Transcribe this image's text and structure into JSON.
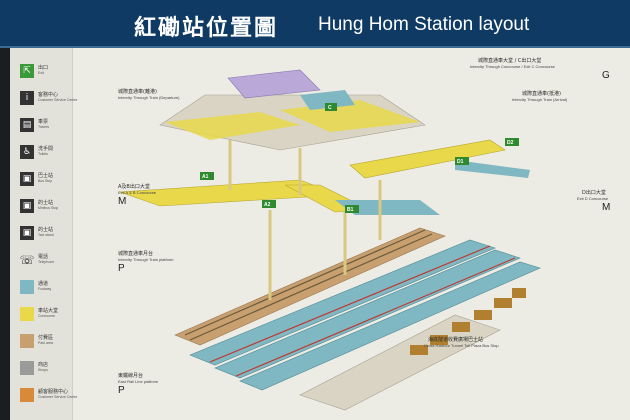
{
  "header": {
    "title_zh": "紅磡站位置圖",
    "title_en": "Hung Hom Station layout"
  },
  "legend": [
    {
      "zh": "出口",
      "en": "Exit",
      "icon": "exit-icon",
      "color": "#3a9a3a",
      "glyph": "⇱"
    },
    {
      "zh": "客務中心",
      "en": "Customer Service Centre",
      "icon": "customer-service-icon",
      "color": "#333333",
      "glyph": "i"
    },
    {
      "zh": "車票",
      "en": "Tickets",
      "icon": "ticket-icon",
      "color": "#333333",
      "glyph": "▤"
    },
    {
      "zh": "洗手間",
      "en": "Toilets",
      "icon": "toilet-icon",
      "color": "#333333",
      "glyph": "♿"
    },
    {
      "zh": "巴士站",
      "en": "Bus Stop",
      "icon": "bus-icon",
      "color": "#333333",
      "glyph": "▣"
    },
    {
      "zh": "的士站",
      "en": "Minibus Stop",
      "icon": "minibus-icon",
      "color": "#333333",
      "glyph": "▣"
    },
    {
      "zh": "的士站",
      "en": "Taxi stand",
      "icon": "taxi-icon",
      "color": "#333333",
      "glyph": "▣"
    },
    {
      "zh": "電話",
      "en": "Telephone",
      "icon": "telephone-icon",
      "color": "#e3e2da",
      "glyph": "☏"
    },
    {
      "zh": "通道",
      "en": "Footway",
      "icon": "footway-swatch",
      "color": "#7fb8c2",
      "glyph": ""
    },
    {
      "zh": "車站大堂",
      "en": "Concourse",
      "icon": "concourse-swatch",
      "color": "#e8d84a",
      "glyph": ""
    },
    {
      "zh": "付費區",
      "en": "Paid area",
      "icon": "paid-area-swatch",
      "color": "#c8a070",
      "glyph": ""
    },
    {
      "zh": "商店",
      "en": "Shops",
      "icon": "shops-swatch",
      "color": "#9a9a9a",
      "glyph": ""
    },
    {
      "zh": "顧客服務中心",
      "en": "Customer Service Centre",
      "icon": "service-centre-swatch",
      "color": "#d88a3a",
      "glyph": ""
    }
  ],
  "labels": {
    "intercity_concourse_zh": "城際直通車大堂 / C出口大堂",
    "intercity_concourse_en": "Intercity Through Concourse / Exit C Concourse",
    "level_g": "G",
    "arrival_zh": "城際直通車(抵港)",
    "arrival_en": "Intercity Through Train (Arrival)",
    "departure_zh": "城際直通車(離港)",
    "departure_en": "Intercity Through Train (Departure)",
    "exit_ab_zh": "A及B出口大堂",
    "exit_ab_en": "Exit A & B Concourse",
    "level_m_left": "M",
    "exit_d_zh": "D出口大堂",
    "exit_d_en": "Exit D Concourse",
    "level_m_right": "M",
    "intercity_platform_zh": "城際直通車月台",
    "intercity_platform_en": "Intercity Through Train platform",
    "level_p_upper": "P",
    "eastrail_platform_zh": "東鐵線月台",
    "eastrail_platform_en": "East Rail Line platform",
    "level_p_lower": "P",
    "toll_plaza_zh": "海底隧道收費廣場巴士站",
    "toll_plaza_en": "Cross Harbour Tunnel Toll Plaza Bus Stop"
  },
  "exits": [
    "C",
    "D1",
    "D2",
    "A1",
    "A2",
    "B1"
  ]
}
